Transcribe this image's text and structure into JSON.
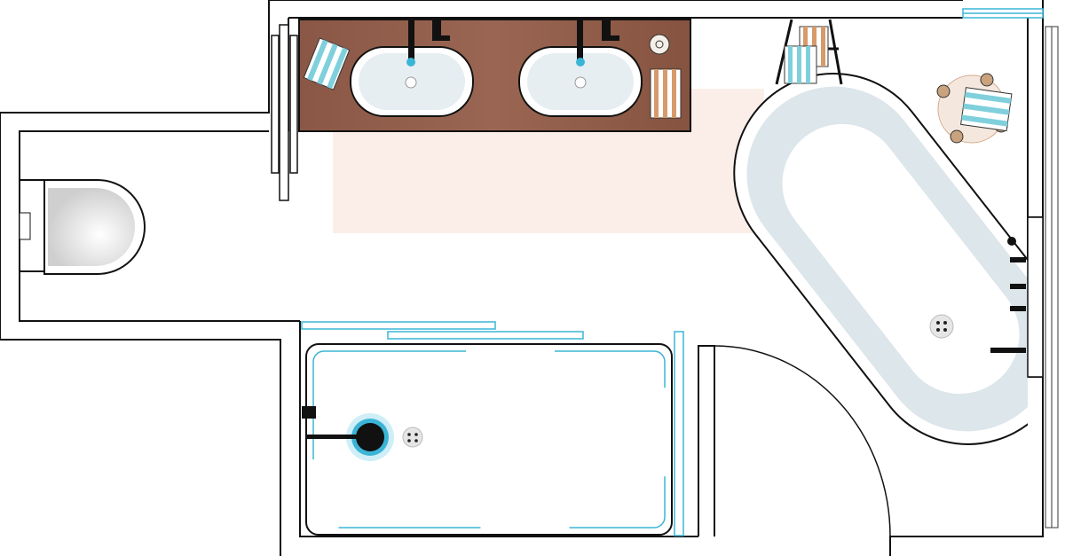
{
  "plan": {
    "rooms": [
      "bathroom"
    ],
    "fixtures": [
      "double-vanity",
      "wc",
      "walk-in-shower",
      "freestanding-bath",
      "towel-ladder",
      "stool",
      "rug",
      "door"
    ]
  },
  "colors": {
    "wall": "#111111",
    "vanity": "#8b5a47",
    "sink": "#e6eef2",
    "glass": "#3bb5d6",
    "rug": "#fbeee9",
    "bath": "#dde6eb",
    "towel_blue": "#7fd0dc",
    "towel_orange": "#d79a6a"
  }
}
